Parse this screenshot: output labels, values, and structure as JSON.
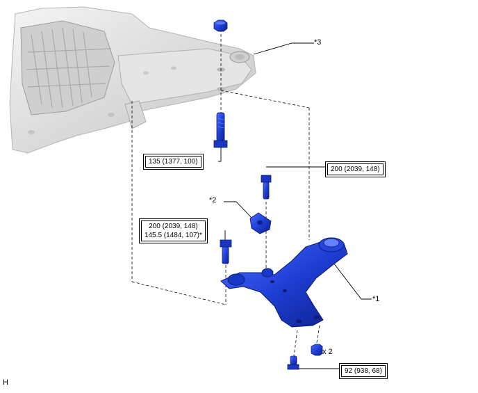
{
  "callouts": {
    "c1": "*1",
    "c2": "*2",
    "c3": "*3"
  },
  "torques": {
    "t1": "135 (1377, 100)",
    "t2": "200 (2039, 148)",
    "t3_line1": "200 (2039, 148)",
    "t3_line2": "145.5 (1484, 107)*",
    "t4": "92 (938, 68)"
  },
  "quantity": "x 2",
  "view_code": "H",
  "colors": {
    "part_blue": "#1f3fd6",
    "part_blue_dark": "#0c1f8a",
    "frame_grey": "#d9d9d9",
    "line": "#000000"
  },
  "icons": [
    "nut-icon",
    "bolt-icon",
    "bracket-icon",
    "lower-arm-icon",
    "crossmember-icon"
  ]
}
